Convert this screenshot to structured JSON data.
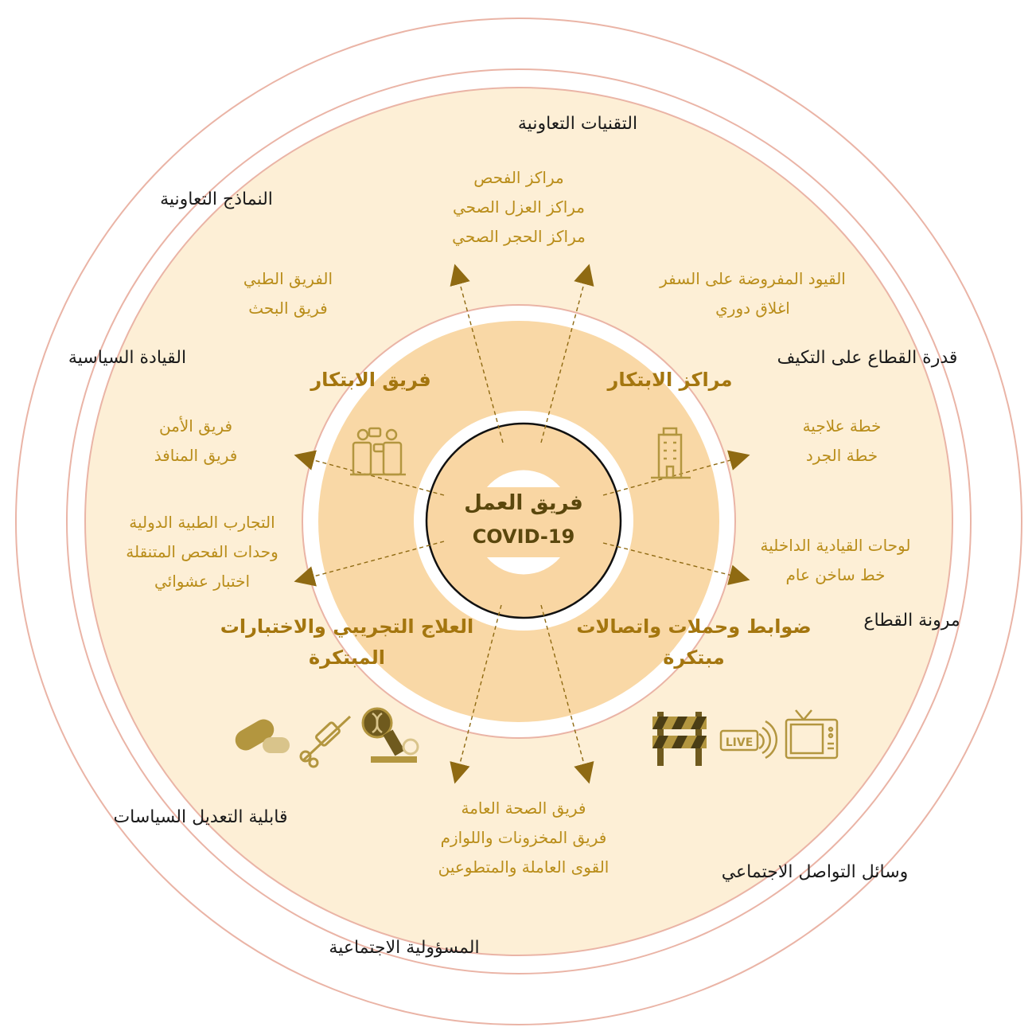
{
  "colors": {
    "outer_ring_stroke": "#eab4a6",
    "outer_band_fill": "#fdefd6",
    "inner_band_fill": "#f9d8a6",
    "center_fill": "#f9d6a3",
    "gold_text": "#b98d1a",
    "heading_text": "#a4760f",
    "dark_text": "#1a1a1a",
    "center_text": "#5a470d",
    "icon": "#b3963f",
    "icon_dark": "#6f5a1e"
  },
  "center": {
    "title": "فريق العمل",
    "subtitle": "COVID-19"
  },
  "quadrants": {
    "top_right": "مراكز الابتكار",
    "top_left": "فريق الابتكار",
    "bottom_right_1": "ضوابط وحملات واتصالات",
    "bottom_right_2": "مبتكرة",
    "bottom_left_1": "العلاج التجريبي والاختبارات",
    "bottom_left_2": "المبتكرة"
  },
  "initiatives": {
    "top": [
      "مراكز الفحص",
      "مراكز العزل الصحي",
      "مراكز الحجر الصحي"
    ],
    "top_right": [
      "القيود المفروضة على السفر",
      "اغلاق دوري"
    ],
    "right": [
      "خطة علاجية",
      "خطة الجرد"
    ],
    "right_lower": [
      "لوحات القيادية الداخلية",
      "خط ساخن عام"
    ],
    "top_left": [
      "الفريق الطبي",
      "فريق البحث"
    ],
    "left": [
      "فريق الأمن",
      "فريق المنافذ"
    ],
    "left_lower": [
      "التجارب الطبية الدولية",
      "وحدات الفحص المتنقلة",
      "اختبار عشوائي"
    ],
    "bottom": [
      "فريق الصحة العامة",
      "فريق المخزونات واللوازم",
      "القوى العاملة والمتطوعين"
    ]
  },
  "outer_labels": {
    "top": "التقنيات التعاونية",
    "upper_left": "النماذج التعاونية",
    "left": "القيادة السياسية",
    "right": "قدرة القطاع على التكيف",
    "lower_right": "مرونة القطاع",
    "bottom_left": "قابلية التعديل السياسات",
    "bottom_right": "وسائل التواصل الاجتماعي",
    "bottom": "المسؤولية الاجتماعية"
  },
  "icons": {
    "top_left": "people-meeting-icon",
    "top_right": "building-icon",
    "bottom_left": [
      "pills-icon",
      "syringe-icon",
      "dna-microscope-icon"
    ],
    "bottom_right": [
      "road-barrier-icon",
      "live-broadcast-icon",
      "television-icon"
    ]
  }
}
